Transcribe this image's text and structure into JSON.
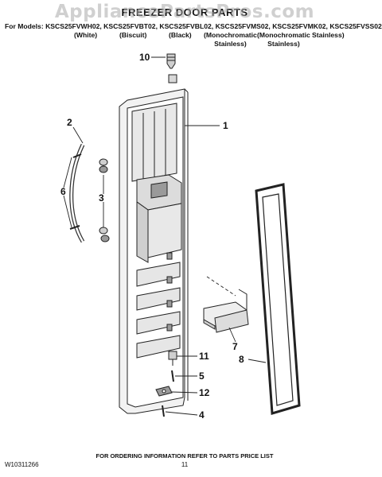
{
  "watermark": "AppliancePartsPros.com",
  "title": "FREEZER DOOR PARTS",
  "models_line": "For Models: KSCS25FVWH02, KSCS25FVBT02, KSCS25FVBL02, KSCS25FVMS02, KSCS25FVMK02, KSCS25FVSS02",
  "variants": [
    "(White)",
    "(Biscuit)",
    "(Black)",
    "(Monochromatic\nStainless)",
    "(Monochromatic\nStainless)",
    "Stainless)"
  ],
  "callouts": {
    "c10": "10",
    "c1": "1",
    "c2": "2",
    "c6": "6",
    "c3": "3",
    "c7": "7",
    "c8": "8",
    "c11": "11",
    "c5": "5",
    "c12": "12",
    "c4": "4"
  },
  "footer": {
    "doc_id": "W10311266",
    "note": "FOR ORDERING INFORMATION REFER TO PARTS PRICE LIST",
    "page": "11"
  },
  "colors": {
    "line": "#222222",
    "shade": "#9a9a9a",
    "light": "#e4e4e4"
  }
}
